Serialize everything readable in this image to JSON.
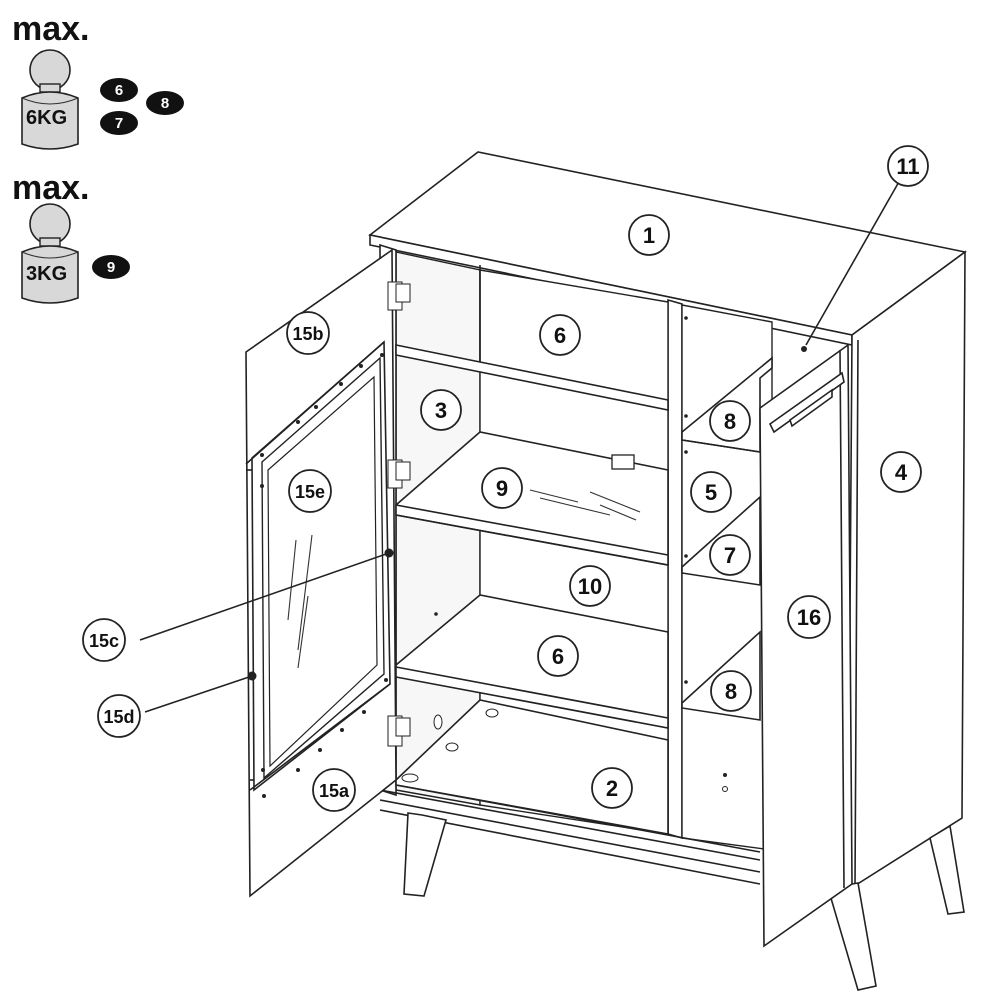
{
  "weights": [
    {
      "max_label": "max.",
      "weight": "6KG",
      "parts": [
        "6",
        "8",
        "7"
      ]
    },
    {
      "max_label": "max.",
      "weight": "3KG",
      "parts": [
        "9"
      ]
    }
  ],
  "callouts": {
    "c1": "1",
    "c2": "2",
    "c3": "3",
    "c4": "4",
    "c5": "5",
    "c6a": "6",
    "c6b": "6",
    "c7": "7",
    "c8a": "8",
    "c8b": "8",
    "c9": "9",
    "c10": "10",
    "c11": "11",
    "c15a": "15a",
    "c15b": "15b",
    "c15c": "15c",
    "c15d": "15d",
    "c15e": "15e",
    "c16": "16"
  }
}
